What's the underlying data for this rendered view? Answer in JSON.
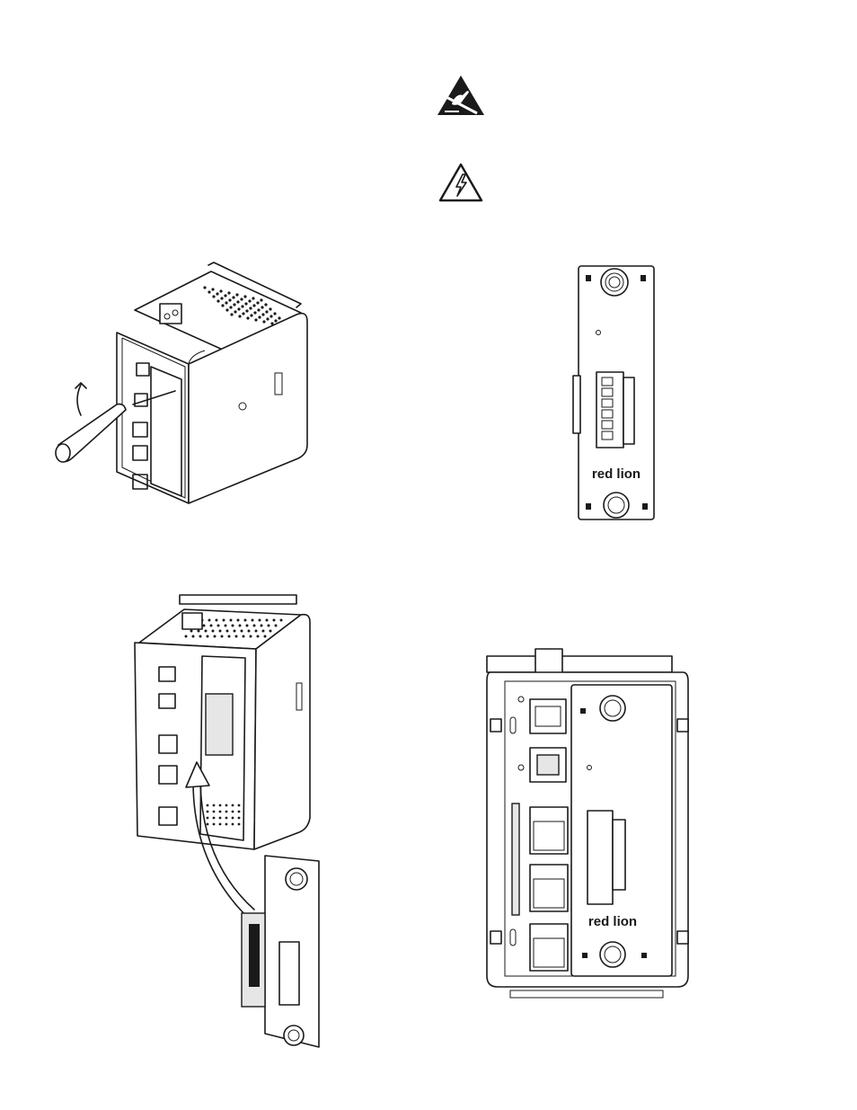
{
  "brand": {
    "logo_text": "red lion"
  },
  "icons": {
    "esd_warning": "esd-warning-icon",
    "electrical_hazard": "high-voltage-warning-icon"
  },
  "figures": [
    {
      "name": "cover-removal-illustration",
      "content": "screwdriver prying cover off unit"
    },
    {
      "name": "option-card-front-view",
      "content": "option card with terminal block"
    },
    {
      "name": "card-installation-illustration",
      "content": "option card inserted into unit"
    },
    {
      "name": "installed-unit-front-view",
      "content": "unit front with installed card"
    }
  ],
  "colors": {
    "line": "#1a1a1a",
    "background": "#ffffff",
    "panel_fill": "#e6e6e6"
  }
}
